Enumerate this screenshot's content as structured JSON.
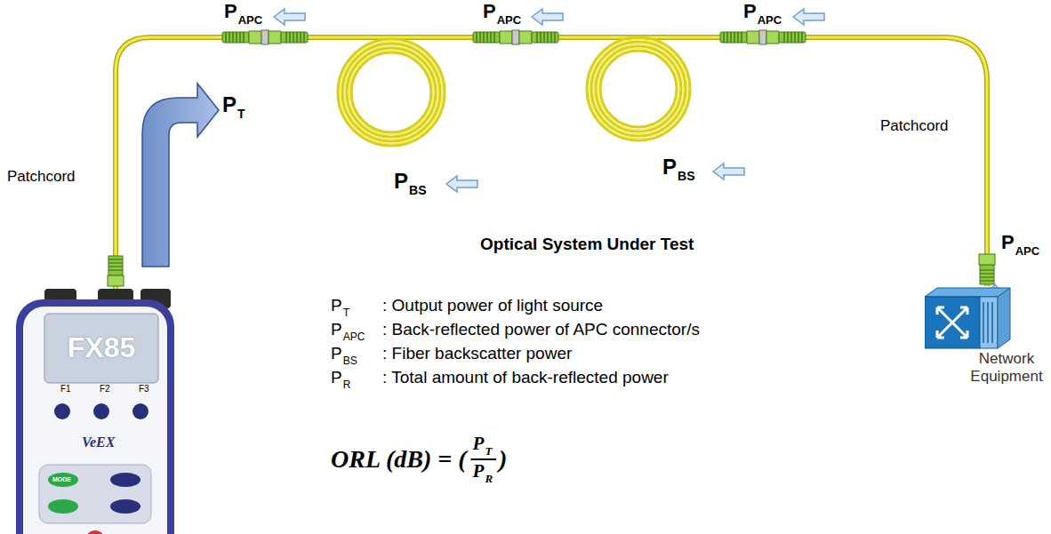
{
  "diagram": {
    "nodes": [
      {
        "text": [
          "FX85"
        ]
      },
      {
        "text": [
          "Network Equipment"
        ]
      }
    ],
    "edges": [
      {
        "from": 0,
        "to": 1,
        "arrow": "none"
      }
    ],
    "labels": [
      "P",
      "APC",
      "P",
      "APC",
      "P",
      "APC",
      "P",
      "T",
      "Patchcord",
      "P",
      "BS",
      "P",
      "BS",
      "Patchcord",
      "P",
      "APC",
      "Optical System Under Test",
      "P",
      "T",
      ": Output power of light source",
      "P",
      "APC",
      ": Back-reflected power of APC connector/s",
      "P",
      "BS",
      ": Fiber backscatter power",
      "P",
      "R",
      ": Total amount of back-reflected power",
      "ORL (dB) = (",
      "P",
      "T",
      "P",
      "R",
      ")",
      "F1",
      "F2",
      "F3",
      "VeEX",
      "MODE"
    ]
  }
}
